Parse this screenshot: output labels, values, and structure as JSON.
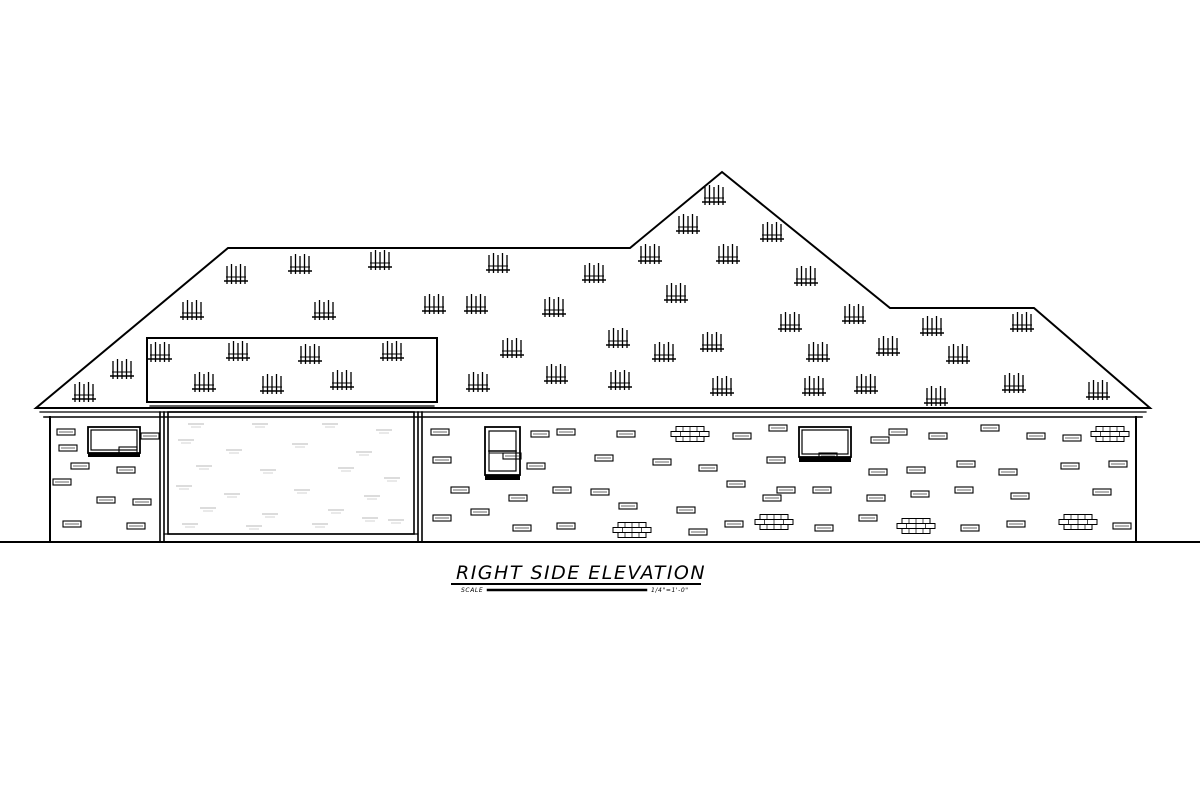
{
  "drawing": {
    "title": "RIGHT SIDE ELEVATION",
    "scale_label": "SCALE",
    "scale_value": "1/4\"=1'-0\"",
    "stroke_color": "#000000",
    "background_color": "#ffffff"
  }
}
